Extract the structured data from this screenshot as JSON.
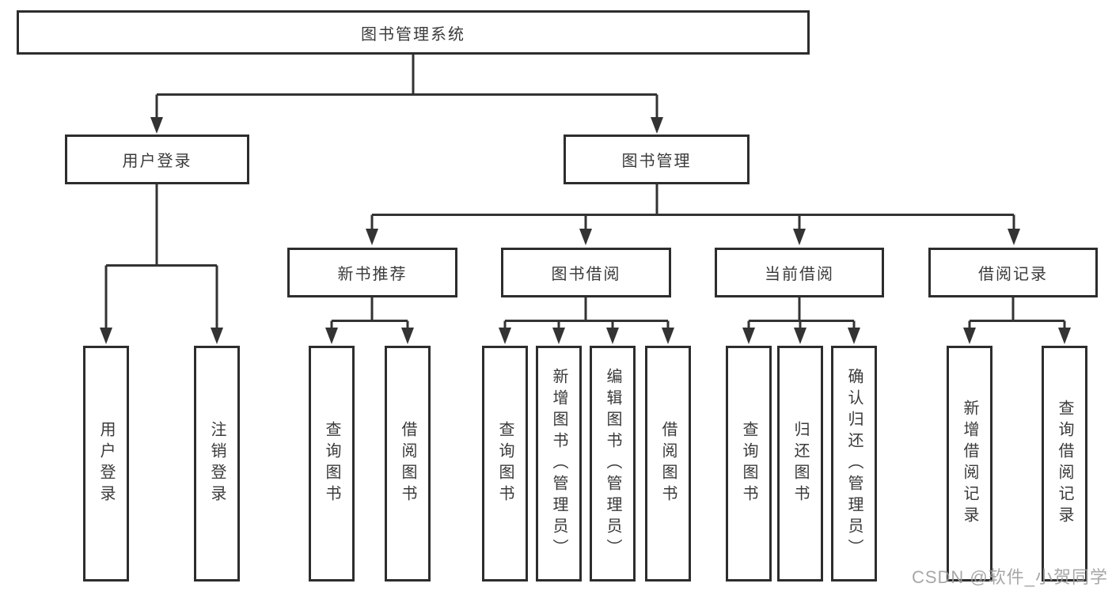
{
  "diagram": {
    "root": {
      "label": "图书管理系统"
    },
    "branches": [
      {
        "label": "用户登录",
        "children": [
          {
            "label": "用户登录"
          },
          {
            "label": "注销登录"
          }
        ]
      },
      {
        "label": "图书管理",
        "modules": [
          {
            "label": "新书推荐",
            "children": [
              {
                "label": "查询图书"
              },
              {
                "label": "借阅图书"
              }
            ]
          },
          {
            "label": "图书借阅",
            "children": [
              {
                "label": "查询图书"
              },
              {
                "label": "新增图书（管理员）"
              },
              {
                "label": "编辑图书（管理员）"
              },
              {
                "label": "借阅图书"
              }
            ]
          },
          {
            "label": "当前借阅",
            "children": [
              {
                "label": "查询图书"
              },
              {
                "label": "归还图书"
              },
              {
                "label": "确认归还（管理员）"
              }
            ]
          },
          {
            "label": "借阅记录",
            "children": [
              {
                "label": "新增借阅记录"
              },
              {
                "label": "查询借阅记录"
              }
            ]
          }
        ]
      }
    ]
  },
  "watermark": {
    "text": "CSDN @软件_小贺同学"
  },
  "colors": {
    "line": "#333333",
    "box_border": "#2d2d2d",
    "text": "#3a3a3a",
    "watermark": "#9e9e9e",
    "background": "#ffffff"
  }
}
